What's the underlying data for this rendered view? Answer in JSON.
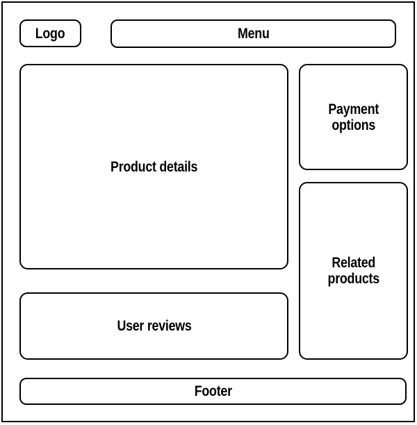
{
  "diagram": {
    "type": "webpage-layout-wireframe",
    "background_color": "#ffffff",
    "stroke_color": "#000000",
    "regions": {
      "logo": {
        "label": "Logo"
      },
      "menu": {
        "label": "Menu"
      },
      "product_details": {
        "label": "Product details"
      },
      "payment_options": {
        "label": "Payment\noptions"
      },
      "related_products": {
        "label": "Related\nproducts"
      },
      "user_reviews": {
        "label": "User reviews"
      },
      "footer": {
        "label": "Footer"
      }
    }
  }
}
